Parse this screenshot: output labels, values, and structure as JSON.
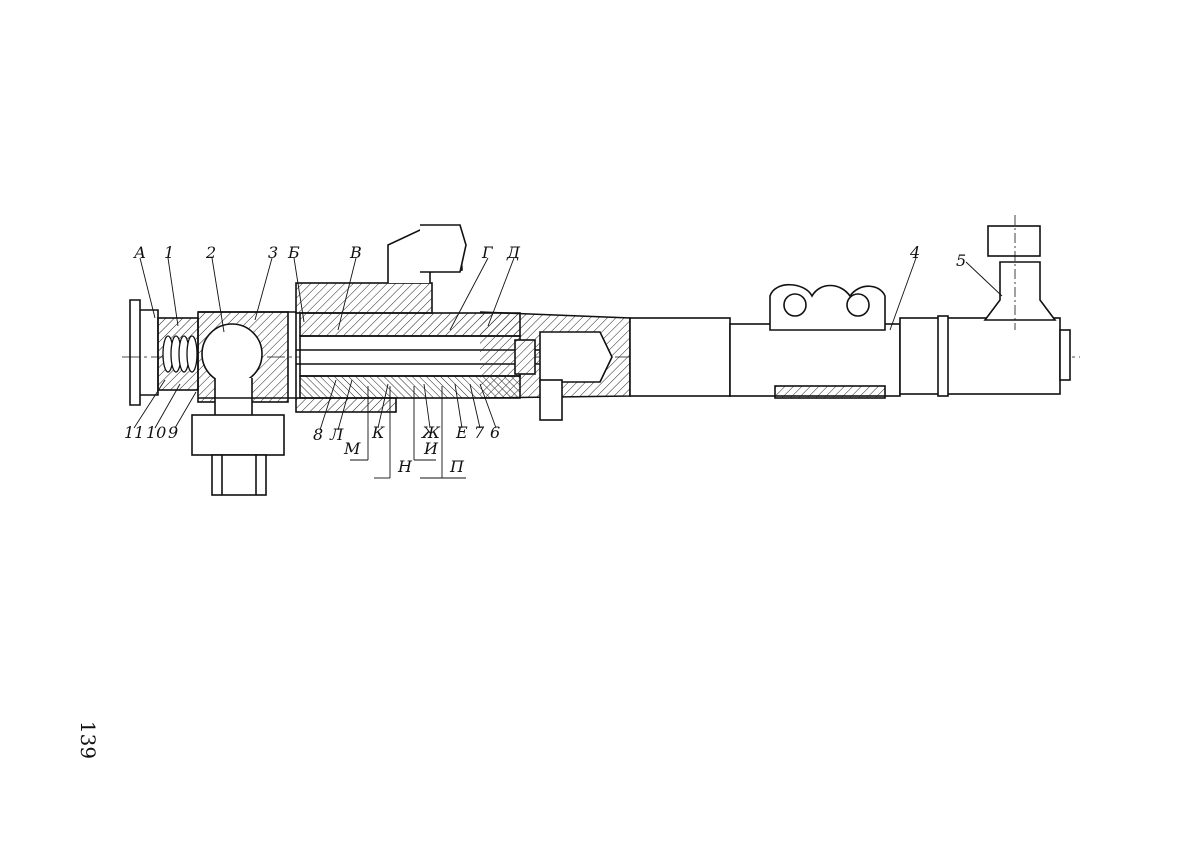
{
  "page": {
    "number": "139"
  },
  "diagram": {
    "labels": {
      "A": "А",
      "n1": "1",
      "n2": "2",
      "n3": "3",
      "B": "Б",
      "V": "В",
      "G": "Г",
      "D": "Д",
      "n4": "4",
      "n5": "5",
      "n11": "11",
      "n10": "10",
      "n9": "9",
      "n8": "8",
      "L": "Л",
      "K": "К",
      "Zh": "Ж",
      "E": "Е",
      "n7": "7",
      "n6": "6",
      "M": "М",
      "N": "Н",
      "I": "И",
      "P": "П"
    }
  }
}
